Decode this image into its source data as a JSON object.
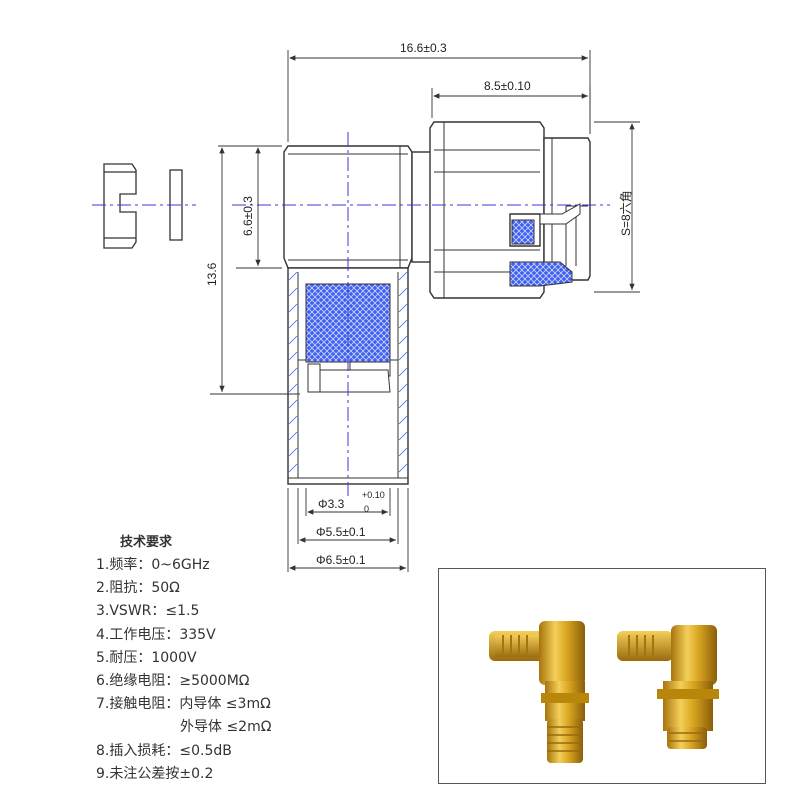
{
  "dimensions": {
    "overall_length": "16.6±0.3",
    "hex_length": "8.5±0.10",
    "body_height": "6.6±0.3",
    "total_height": "13.6",
    "hex_size": "S=8六角",
    "inner_diameter_value": "Φ3.3",
    "inner_diameter_tol_upper": "+0.10",
    "inner_diameter_tol_lower": "0",
    "mid_diameter": "Φ5.5±0.1",
    "outer_diameter": "Φ6.5±0.1"
  },
  "specs": {
    "title": "技术要求",
    "items": [
      "1.频率：0~6GHz",
      "2.阻抗：50Ω",
      "3.VSWR：≤1.5",
      "4.工作电压：335V",
      "5.耐压：1000V",
      "6.绝缘电阻：≥5000MΩ",
      "7.接触电阻：内导体 ≤3mΩ"
    ],
    "item7_cont": "外导体 ≤2mΩ",
    "items_end": [
      "8.插入损耗：≤0.5dB",
      "9.未注公差按±0.2"
    ]
  },
  "colors": {
    "line": "#333333",
    "centerline": "#3a3ad6",
    "hatch": "#3a56e0",
    "gold": "#d9a520"
  }
}
